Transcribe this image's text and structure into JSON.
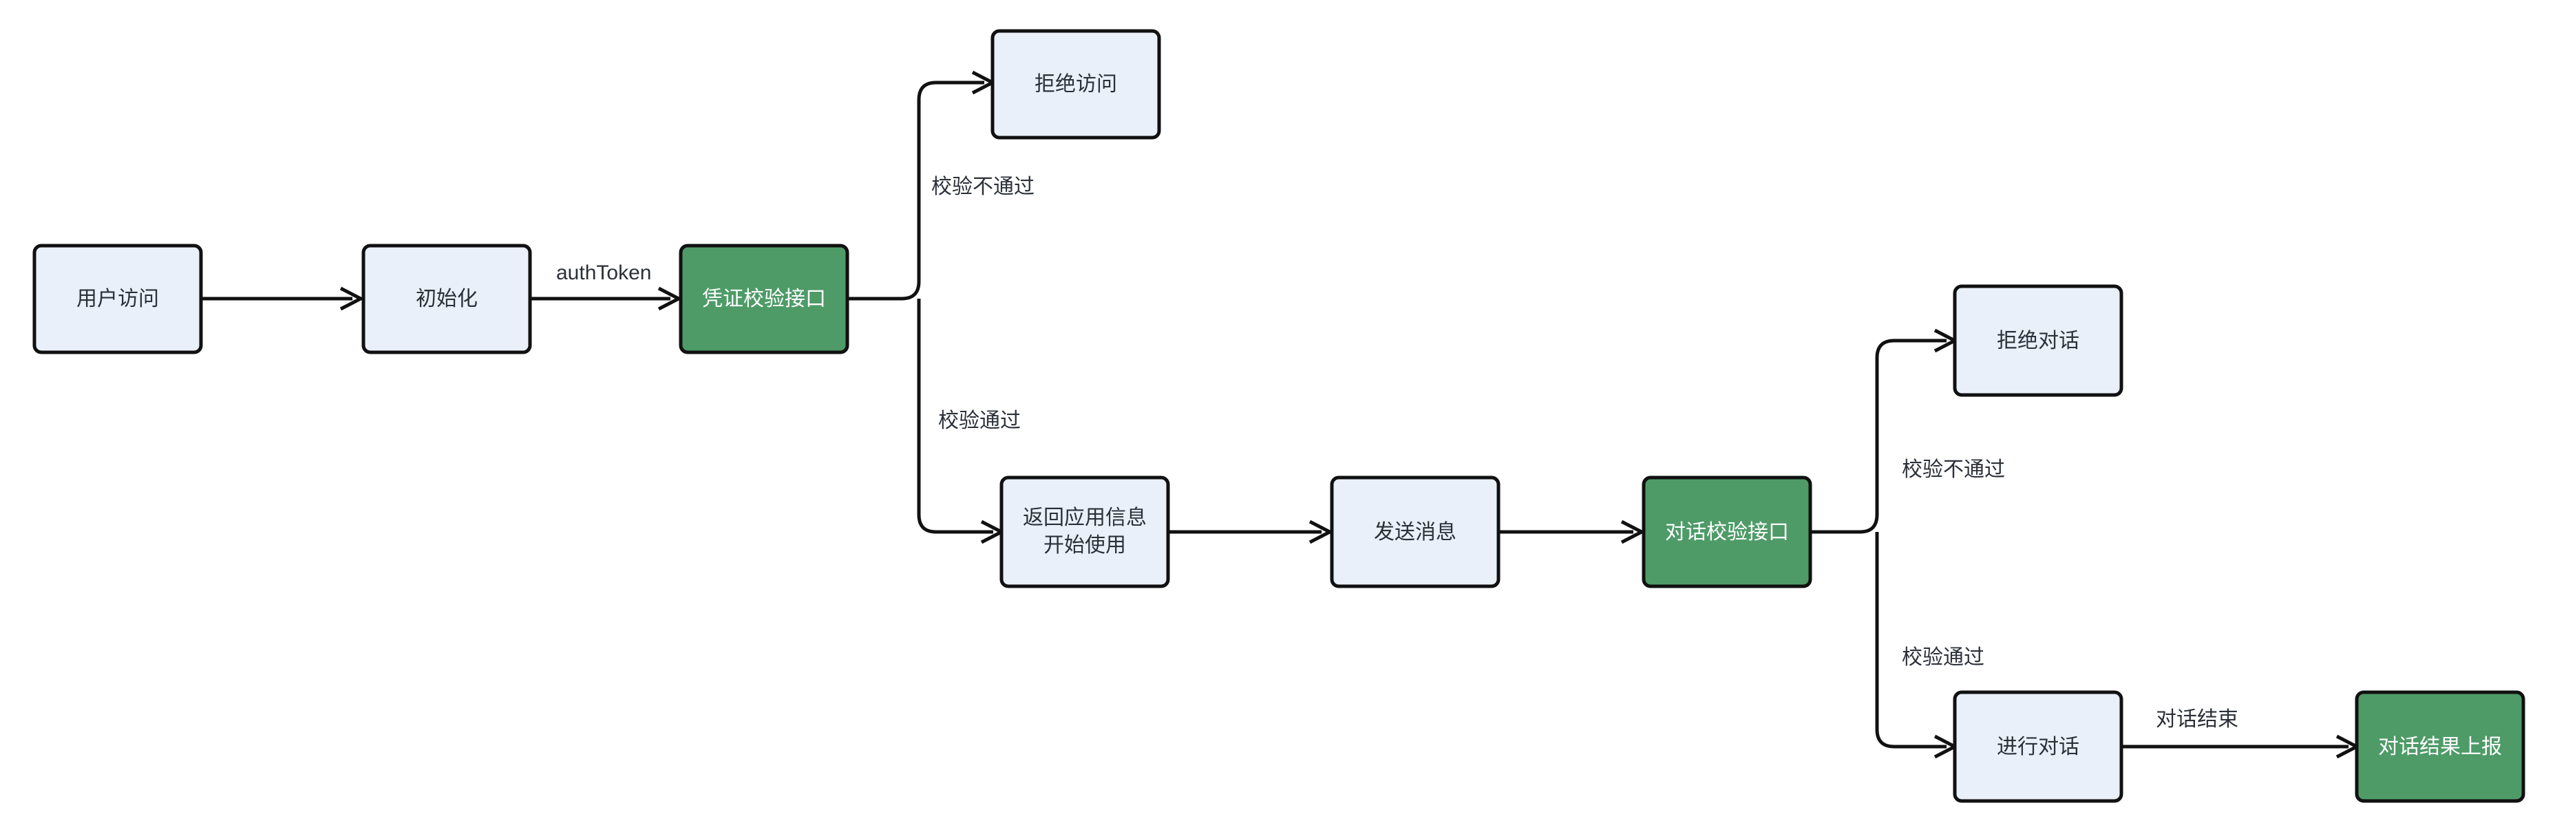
{
  "diagram": {
    "type": "flowchart",
    "direction": "left-to-right",
    "background": "#ffffff",
    "palette": {
      "node_blue_fill": "#eaf0fa",
      "node_green_fill": "#4e9b68",
      "node_border": "#111111",
      "text_dark": "#2b3038",
      "text_light": "#ffffff",
      "edge_stroke": "#111111"
    },
    "nodes": [
      {
        "id": "user-access",
        "label": "用户访问",
        "style": "blue"
      },
      {
        "id": "initialize",
        "label": "初始化",
        "style": "blue"
      },
      {
        "id": "credential-verify",
        "label": "凭证校验接口",
        "style": "green"
      },
      {
        "id": "deny-access",
        "label": "拒绝访问",
        "style": "blue"
      },
      {
        "id": "return-app-info-1",
        "label": "返回应用信息",
        "style": "blue"
      },
      {
        "id": "return-app-info-2",
        "label": "开始使用",
        "style": "blue"
      },
      {
        "id": "send-message",
        "label": "发送消息",
        "style": "blue"
      },
      {
        "id": "dialog-verify",
        "label": "对话校验接口",
        "style": "green"
      },
      {
        "id": "deny-dialog",
        "label": "拒绝对话",
        "style": "blue"
      },
      {
        "id": "do-dialog",
        "label": "进行对话",
        "style": "blue"
      },
      {
        "id": "report-result",
        "label": "对话结果上报",
        "style": "green"
      }
    ],
    "edge_labels": {
      "auth_token": "authToken",
      "verify_fail_1": "校验不通过",
      "verify_pass_1": "校验通过",
      "verify_fail_2": "校验不通过",
      "verify_pass_2": "校验通过",
      "dialog_end": "对话结束"
    },
    "edges": [
      {
        "from": "user-access",
        "to": "initialize",
        "label": ""
      },
      {
        "from": "initialize",
        "to": "credential-verify",
        "label": "authToken"
      },
      {
        "from": "credential-verify",
        "to": "deny-access",
        "label": "校验不通过"
      },
      {
        "from": "credential-verify",
        "to": "return-app-info-1",
        "label": "校验通过"
      },
      {
        "from": "return-app-info-1",
        "to": "send-message",
        "label": ""
      },
      {
        "from": "send-message",
        "to": "dialog-verify",
        "label": ""
      },
      {
        "from": "dialog-verify",
        "to": "deny-dialog",
        "label": "校验不通过"
      },
      {
        "from": "dialog-verify",
        "to": "do-dialog",
        "label": "校验通过"
      },
      {
        "from": "do-dialog",
        "to": "report-result",
        "label": "对话结束"
      }
    ]
  }
}
